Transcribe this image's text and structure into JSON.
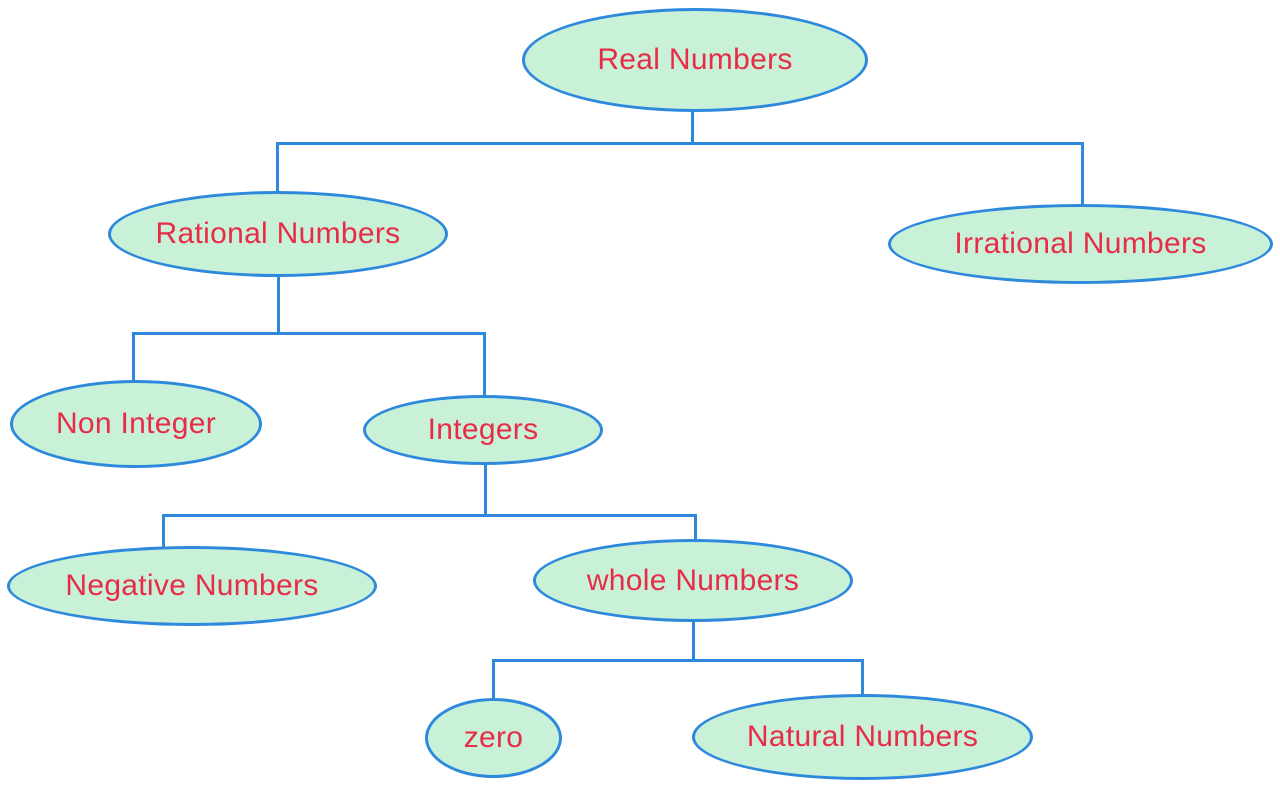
{
  "diagram": {
    "type": "tree",
    "title": "Real Numbers",
    "colors": {
      "node_fill": "#c8f1d8",
      "node_border": "#2e89dd",
      "connector": "#2e89dd",
      "label_text": "#e82c47",
      "background": "#ffffff"
    },
    "nodes": {
      "real": {
        "label": "Real Numbers"
      },
      "rational": {
        "label": "Rational Numbers"
      },
      "irrational": {
        "label": "Irrational Numbers"
      },
      "non_integer": {
        "label": "Non Integer"
      },
      "integers": {
        "label": "Integers"
      },
      "negative": {
        "label": "Negative Numbers"
      },
      "whole": {
        "label": "whole Numbers"
      },
      "zero": {
        "label": "zero"
      },
      "natural": {
        "label": "Natural Numbers"
      }
    },
    "edges": [
      {
        "from": "Real Numbers",
        "to": "Rational Numbers"
      },
      {
        "from": "Real Numbers",
        "to": "Irrational Numbers"
      },
      {
        "from": "Rational Numbers",
        "to": "Non Integer"
      },
      {
        "from": "Rational Numbers",
        "to": "Integers"
      },
      {
        "from": "Integers",
        "to": "Negative Numbers"
      },
      {
        "from": "Integers",
        "to": "whole Numbers"
      },
      {
        "from": "whole Numbers",
        "to": "zero"
      },
      {
        "from": "whole Numbers",
        "to": "Natural Numbers"
      }
    ]
  }
}
